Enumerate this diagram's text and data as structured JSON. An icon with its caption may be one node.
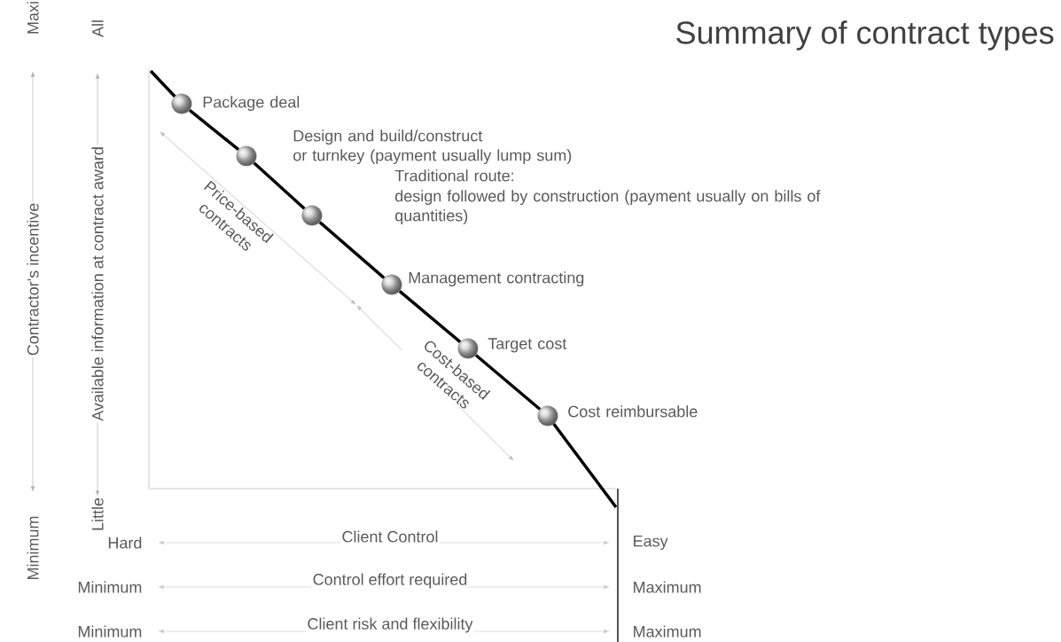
{
  "diagram": {
    "title": "Summary of contract types",
    "nodes": [
      {
        "text": [],
        "shape": "circle",
        "beside": [
          "Package deal"
        ]
      },
      {
        "text": [],
        "shape": "circle",
        "beside": [
          "Design and build/construct",
          "or turnkey (payment usually lump sum)"
        ]
      },
      {
        "text": [],
        "shape": "circle",
        "beside": [
          "Traditional route:",
          "design followed by construction (payment usually on bills of quantities)"
        ]
      },
      {
        "text": [],
        "shape": "circle",
        "beside": [
          "Management contracting"
        ]
      },
      {
        "text": [],
        "shape": "circle",
        "beside": [
          "Target cost"
        ]
      },
      {
        "text": [],
        "shape": "circle",
        "beside": [
          "Cost reimbursable"
        ]
      }
    ],
    "edges": [
      {
        "from": 0,
        "to": 1,
        "arrow": "none"
      },
      {
        "from": 1,
        "to": 2,
        "arrow": "none"
      },
      {
        "from": 2,
        "to": 3,
        "arrow": "none"
      },
      {
        "from": 3,
        "to": 4,
        "arrow": "none"
      },
      {
        "from": 4,
        "to": 5,
        "arrow": "none"
      }
    ],
    "labels": [
      "Maxi",
      "Contractor's incentive",
      "Minimum",
      "All",
      "Available information at contract award",
      "Little",
      "Price-based contracts",
      "Cost-based contracts",
      "Hard",
      "Client Control",
      "Easy",
      "Minimum",
      "Control effort required",
      "Maximum",
      "Minimum",
      "Client risk and flexibility",
      "Maximum"
    ]
  }
}
